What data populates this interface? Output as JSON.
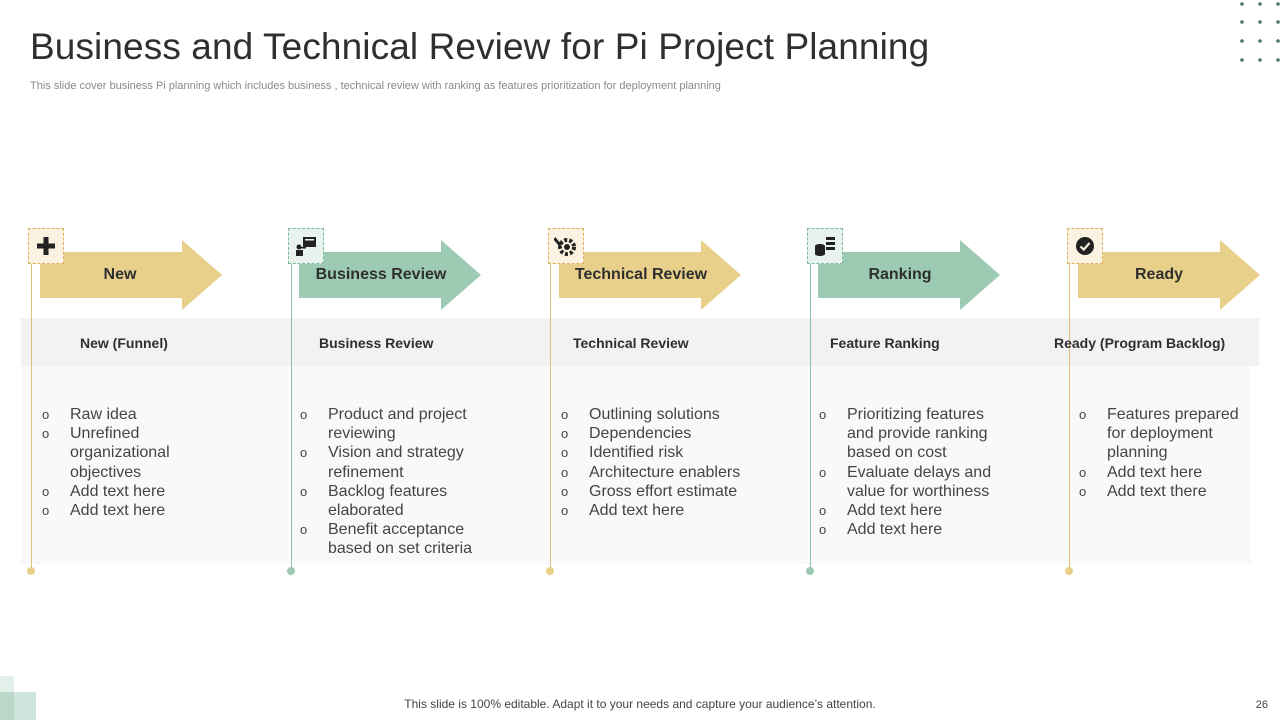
{
  "header": {
    "title": "Business and Technical Review for Pi Project Planning",
    "subtitle": "This slide cover business Pi planning which includes business , technical review with ranking as features prioritization for deployment planning"
  },
  "colors": {
    "gold": "#e8cf8a",
    "green": "#9dcab3",
    "gold_line": "#e0c07a",
    "green_line": "#8cc1a8"
  },
  "stages": [
    {
      "arrow_label": "New",
      "icon": "plus-icon",
      "heading": "New (Funnel)",
      "items": [
        "Raw idea",
        "Unrefined organizational objectives",
        "Add text here",
        "Add text here"
      ]
    },
    {
      "arrow_label": "Business Review",
      "icon": "presentation-icon",
      "heading": "Business Review",
      "items": [
        "Product and project reviewing",
        "Vision and strategy refinement",
        "Backlog features elaborated",
        "Benefit acceptance based on set criteria"
      ]
    },
    {
      "arrow_label": "Technical Review",
      "icon": "gear-wrench-icon",
      "heading": "Technical Review",
      "items": [
        "Outlining solutions",
        "Dependencies",
        "Identified risk",
        "Architecture enablers",
        "Gross effort estimate",
        "Add text here"
      ]
    },
    {
      "arrow_label": "Ranking",
      "icon": "database-list-icon",
      "heading": "Feature Ranking",
      "items": [
        "Prioritizing features and provide ranking based on cost",
        "Evaluate delays and value for worthiness",
        "Add text here",
        "Add text here"
      ]
    },
    {
      "arrow_label": "Ready",
      "icon": "check-circle-icon",
      "heading": "Ready (Program Backlog)",
      "items": [
        "Features prepared for deployment planning",
        "Add text here",
        "Add text there"
      ]
    }
  ],
  "footer": {
    "note": "This slide is 100% editable. Adapt it to your needs and capture your audience’s attention.",
    "page_number": "26"
  }
}
